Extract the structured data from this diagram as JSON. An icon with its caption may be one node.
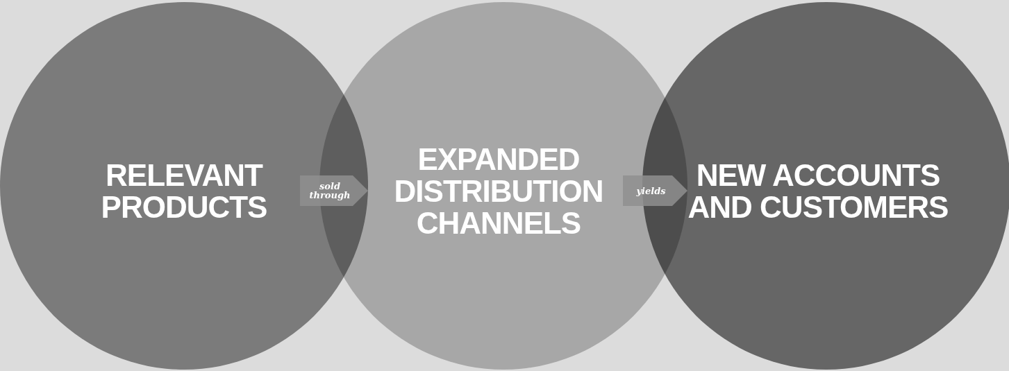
{
  "diagram": {
    "nodes": [
      {
        "text": [
          "RELEVANT PRODUCTS"
        ]
      },
      {
        "text": [
          "EXPANDED DISTRIBUTION CHANNELS"
        ]
      },
      {
        "text": [
          "NEW ACCOUNTS AND CUSTOMERS"
        ]
      }
    ],
    "edges": [
      {
        "from": 0,
        "to": 1,
        "arrow": "to",
        "label": "sold through"
      },
      {
        "from": 1,
        "to": 2,
        "arrow": "to",
        "label": "yields"
      }
    ]
  }
}
